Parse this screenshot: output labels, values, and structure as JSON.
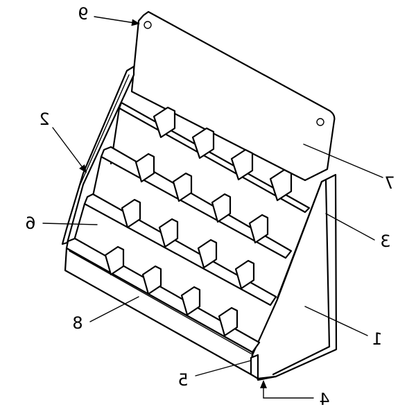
{
  "labels": {
    "l1": "1",
    "l2": "2",
    "l3": "3",
    "l4": "4",
    "l5": "5",
    "l6": "6",
    "l7": "7",
    "l8": "8",
    "l9": "9"
  },
  "colors": {
    "ink": "#000000",
    "paper": "#ffffff"
  }
}
